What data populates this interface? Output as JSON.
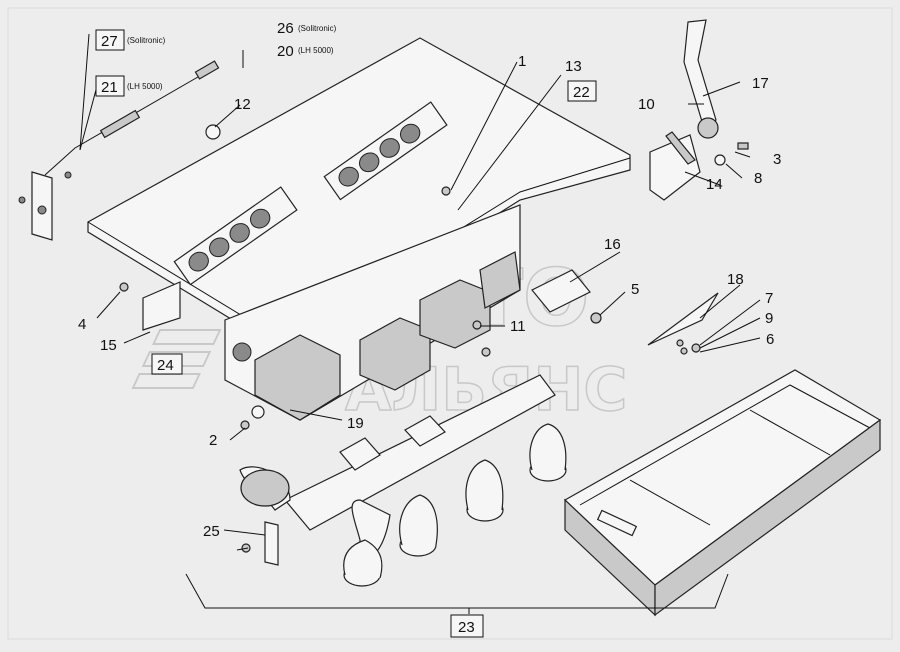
{
  "callouts": {
    "c1": "1",
    "c2": "2",
    "c3": "3",
    "c4": "4",
    "c5": "5",
    "c6": "6",
    "c7": "7",
    "c8": "8",
    "c9": "9",
    "c10": "10",
    "c11": "11",
    "c12": "12",
    "c13": "13",
    "c14": "14",
    "c15": "15",
    "c16": "16",
    "c17": "17",
    "c18": "18",
    "c19": "19",
    "c20": "20",
    "c21": "21",
    "c22": "22",
    "c23": "23",
    "c24": "24",
    "c25": "25",
    "c26": "26",
    "c27": "27"
  },
  "notes": {
    "solitronic_27": "(Solitronic)",
    "lh5000_21": "(LH 5000)",
    "solitronic_26": "(Solitronic)",
    "lh5000_20": "(LH 5000)"
  },
  "watermark": {
    "line1": "АВТО",
    "line2": "АЛЬЯНС"
  }
}
